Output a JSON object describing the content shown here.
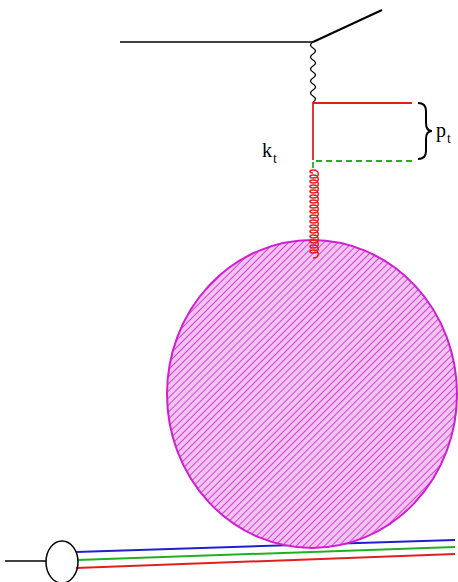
{
  "diagram": {
    "labels": [
      "p",
      "t",
      "k",
      "t"
    ]
  }
}
